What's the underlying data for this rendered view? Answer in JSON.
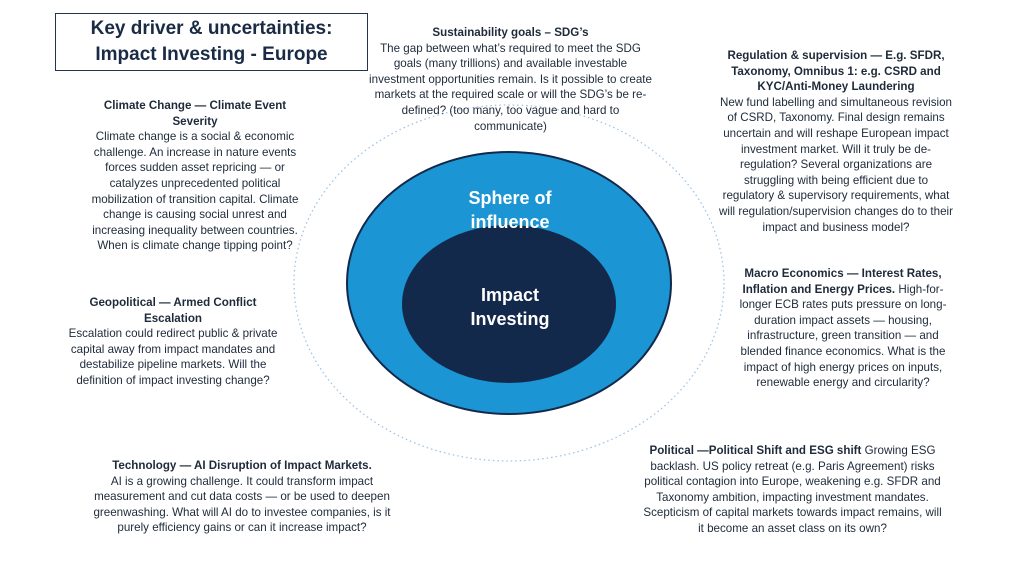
{
  "title": {
    "line1": "Key driver & uncertainties:",
    "line2": "Impact Investing - Europe"
  },
  "diagram": {
    "outer_label_line1": "Sphere of",
    "outer_label_line2": "influence",
    "inner_label_line1": "Impact",
    "inner_label_line2": "Investing",
    "colors": {
      "outer_circle": "#1b95d3",
      "inner_circle": "#13294b",
      "dotted_ring": "#9fc4e6",
      "outer_label": "#ffffff",
      "inner_label": "#ffffff"
    }
  },
  "drivers": {
    "sdg": {
      "heading": "Sustainability goals – SDG’s",
      "body": "The gap between what’s required to meet the SDG goals (many trillions) and available investable investment opportunities remain.  Is it possible to create markets at the required scale or will the SDG’s be re-defined? (too many, too vague and hard to communicate)"
    },
    "climate": {
      "heading": "Climate Change  — Climate Event Severity",
      "body": "Climate change is a social &  economic challenge. An increase in nature events forces sudden asset repricing — or catalyzes unprecedented political mobilization of transition capital. Climate change is causing social unrest and increasing inequality between countries. When is climate change tipping point?"
    },
    "regulation": {
      "heading": "Regulation & supervision — E.g. SFDR, Taxonomy,  Omnibus 1: e.g. CSRD and KYC/Anti-Money Laundering",
      "body": "New fund labelling and simultaneous revision of CSRD, Taxonomy. Final design remains uncertain and will reshape European impact investment market. Will it truly be de-regulation?  Several organizations are struggling with being efficient due to regulatory & supervisory requirements,  what will regulation/supervision changes  do to their impact and business model?"
    },
    "geopolitical": {
      "heading": "Geopolitical — Armed Conflict Escalation",
      "body": "Escalation could redirect public & private capital away from impact mandates and destabilize pipeline markets. Will the definition of impact investing change?"
    },
    "macro": {
      "heading": "Macro Economics — Interest Rates, Inflation and Energy Prices.",
      "body": "High-for-longer ECB rates puts pressure on long-duration impact assets — housing, infrastructure, green transition — and blended finance economics. What is the impact of high energy prices  on inputs, renewable energy and circularity?"
    },
    "technology": {
      "heading": "Technology — AI Disruption of Impact Markets.",
      "body": "AI is a growing challenge. It could transform impact measurement and cut data costs — or be used to deepen  greenwashing. What will AI do to investee companies, is it purely efficiency gains or can it increase impact?"
    },
    "political": {
      "heading": "Political —Political Shift and ESG shift",
      "body": "Growing ESG backlash. US policy retreat (e.g. Paris Agreement)  risks political contagion into Europe, weakening e.g. SFDR and Taxonomy ambition, impacting investment mandates. Scepticism of capital markets towards impact remains, will it become an asset class on its own?"
    }
  }
}
